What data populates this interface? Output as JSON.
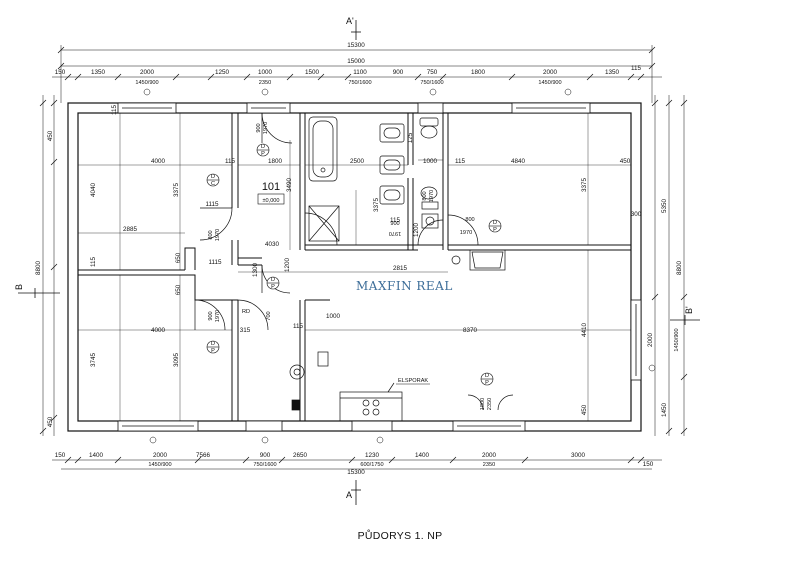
{
  "caption": "PŮDORYS 1. NP",
  "watermark": "MAXFIN REAL",
  "brand_color": "#3e6e99",
  "room": {
    "number": "101",
    "level": "±0,000"
  },
  "section_labels": {
    "a": "A",
    "a_prime": "A'",
    "b": "B",
    "b_prime": "B'"
  },
  "dims_top_overall": [
    "15300",
    "15000"
  ],
  "dims_top_chain": [
    "150",
    "1350",
    "2000",
    "1250",
    "1000",
    "1500",
    "1100",
    "900",
    "750",
    "1800",
    "2000",
    "1350",
    "115"
  ],
  "dims_top_windows": [
    "1450/900",
    "2350",
    "750/1600",
    "750/1600",
    "1450/900"
  ],
  "dims_bottom_chain": [
    "150",
    "1400",
    "2000",
    "7566",
    "900",
    "2650",
    "1230",
    "1400",
    "2000",
    "3000",
    "150"
  ],
  "dims_bottom_windows": [
    "1450/900",
    "750/1600",
    "600/1750",
    "2350"
  ],
  "dims_bottom_overall": "15300",
  "dims_left": [
    "8800",
    "450",
    "4040",
    "115",
    "3745",
    "450"
  ],
  "dims_right": [
    "5350",
    "8800",
    "2000",
    "1450/900",
    "1450"
  ],
  "interior_dims": [
    "4000",
    "3375",
    "115",
    "1800",
    "3490",
    "2500",
    "3375",
    "1000",
    "115",
    "4840",
    "3375",
    "450",
    "2885",
    "1115",
    "800",
    "1970",
    "4030",
    "1115",
    "1300",
    "1200",
    "2815",
    "650",
    "4000",
    "3095",
    "315",
    "1000",
    "115",
    "8370",
    "4410",
    "450",
    "1800",
    "2350",
    "800",
    "1970",
    "1200",
    "700",
    "900",
    "1970",
    "900",
    "1970",
    "800",
    "1970",
    "115",
    "125",
    "300",
    "650",
    "115",
    "1970",
    "900"
  ],
  "labels": {
    "elsporak": "ELSPORAK",
    "rd": "RD",
    "dp": [
      "D",
      "P"
    ],
    "dc": [
      "D",
      "C"
    ]
  }
}
